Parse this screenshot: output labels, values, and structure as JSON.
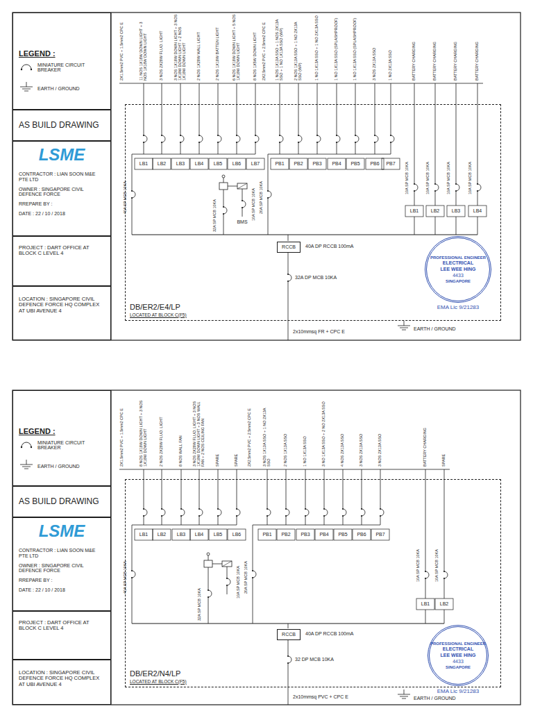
{
  "diagram": {
    "nodes": [
      {
        "text": [
          "LEGEND :"
        ]
      },
      {
        "text": [
          "AS BUILD DRAWING"
        ]
      },
      {
        "text": [
          "LSME",
          "CONTRACTOR : LIAN SOON M&E PTE LTD",
          "OWNER : SINGAPORE CIVIL DEFENCE FORCE",
          "RREPARE BY :",
          "DATE : 22 / 10 / 2018"
        ]
      },
      {
        "text": [
          "PROJECT : DART OFFICE AT BLOCK C LEVEL 4"
        ]
      },
      {
        "text": [
          "LOCATION : SINGAPORE CIVIL DEFENCE FORCE HQ COMPLEX AT UBI AVENUE 4"
        ]
      },
      {
        "text": [
          "DB/ER2/E4/LP",
          "LOCATED AT BLOCK C(F5)"
        ]
      },
      {
        "text": [
          "RCCB"
        ],
        "in": 5
      },
      {
        "text": [
          "PROFESSIONAL ENGINEER",
          "ELECTRICAL",
          "LEE WEE HING",
          "4433",
          "SINGAPORE"
        ]
      },
      {
        "text": [
          "LEGEND :"
        ]
      },
      {
        "text": [
          "AS BUILD DRAWING"
        ]
      },
      {
        "text": [
          "LSME",
          "CONTRACTOR : LIAN SOON M&E PTE LTD",
          "OWNER : SINGAPORE CIVIL DEFENCE FORCE",
          "RREPARE BY :",
          "DATE : 22 / 10 / 2018"
        ]
      },
      {
        "text": [
          "PROJECT : DART OFFICE AT BLOCK C LEVEL 4"
        ]
      },
      {
        "text": [
          "LOCATION : SINGAPORE CIVIL DEFENCE FORCE HQ COMPLEX AT UBI AVENUE 4"
        ]
      },
      {
        "text": [
          "DB/ER2/N4/LP",
          "LOCATED AT BLOCK C(F5)"
        ]
      },
      {
        "text": [
          "RCCB"
        ],
        "in": 13
      },
      {
        "text": [
          "PROFESSIONAL ENGINEER",
          "ELECTRICAL",
          "LEE WEE HING",
          "4433",
          "SINGAPORE"
        ]
      }
    ],
    "labels": [
      "2X1.5mm2 PVC + 1.5mm2 CPC E",
      "40A SP MCB 10KA",
      "11 NOS 1X18W DOWN LIGHT + 3 NOS 1X18W DOWN LIGHT",
      "3 NOS 2X28W FLUO. LIGHT",
      "3 NOS 1X18W DOWN LIGHT + 3 NOS 1X18W DOWN LIGHT + 2 NOS 1X18W DOWN LIGHT",
      "2 NOS 1X28W WALL LIGHT",
      "2 NOS 1X18W BATTEN LIGHT",
      "6 NOS 1X18W DOWN LIGHT + 5 NOS 1X18W DOWN LIGHT",
      "8 NOS 1X5W DOWN LIGHT",
      "2X2.5mm2 PVC + 2.5mm2 CPC E",
      "20A SP MCB 10KA",
      "1 NOS 1X13A SSO + 1 NOS 2X13A SSO + 1 NO 1X13A SSO (WP)",
      "2 NOS 1X13A SSO + 1 NO 2X13A SSO (WP)",
      "1 NO 1X13A SSO + 1 NO 2X13A SSO",
      "1 NO 1X13A SSO (SPLASHPROOF)",
      "1 NO 1X13A SSO (SPLASHPROOF)",
      "3 NOS 2X13A SSO",
      "1 NO 2X13A SSO",
      "BATTERY CHARGING",
      "BATTERY CHARGING",
      "BATTERY CHARGING",
      "BATTERY CHARGING",
      "LB1",
      "LB2",
      "LB3",
      "LB4",
      "LB5",
      "LB6",
      "LB7",
      "PB1",
      "PB2",
      "PB3",
      "PB4",
      "PB5",
      "PB6",
      "PB7",
      "10A SP MCB 10KA",
      "10A SP MCB 10KA",
      "10A SP MCB 10KA",
      "10A SP MCB 10KA",
      "LB1",
      "LB2",
      "LB3",
      "LB4",
      "32A SP MCB 10KA",
      "10A SP MCB 10KA",
      "BMS",
      "40A DP RCCB 100mA",
      "32A DP MCB 10KA",
      "2x10mmsq FR + CPC E",
      "EARTH / GROUND",
      "EMA Lic 9/21283",
      "2X1.5mm2 PVC + 1.5mm2 CPC E",
      "40A SP MCB 10KA",
      "8 NOS 1X18W DOWN LIGHT + 3 NOS 1X18W DOWN LIGHT",
      "2 NOS 2X28W FLUO. LIGHT",
      "8 NOS WALL FAN",
      "3 NOS 2X28W FLUO. LIGHT + 3 NOS 1X18W DOWN LIGHT + 3 NOS WALL FAN + 2 NOS CEILING FAN",
      "SPARE",
      "SPARE",
      "2X2.5mm2 PVC + 2.5mm2 CPC E",
      "20A SP MCB 10KA",
      "3 NOS 1X13A SSO + 1 NO 2X13A SSO",
      "2 NOS 1X13A SSO",
      "1 NO 1X13A SSO",
      "3 NO 1X13A SSO + 2 NO 2X13A SSO",
      "4 NOS 2X13A SSO",
      "3 NOS 2X13A SSO",
      "3 NOS 2X13A SSO",
      "BATTERY CHARGING",
      "SPARE",
      "LB1",
      "LB2",
      "LB3",
      "LB4",
      "LB5",
      "LB6",
      "PB1",
      "PB2",
      "PB3",
      "PB4",
      "PB5",
      "PB6",
      "PB7",
      "10A SP MCB 10KA",
      "10A SP MCB 10KA",
      "LB1",
      "LB2",
      "32A SP MCB 10KA",
      "10A SP MCB 10KA",
      "40A DP RCCB 100mA",
      "32 DP MCB 10KA",
      "2x10mmsq PVC + CPC E",
      "EARTH / GROUND",
      "EMA Lic 9/21283"
    ],
    "legend": [
      {
        "text": "MINIATURE CIRCUIT BREAKER"
      },
      {
        "text": "EARTH / GROUND"
      },
      {
        "text": "MINIATURE CIRCUIT BREAKER"
      },
      {
        "text": "EARTH / GROUND"
      }
    ]
  }
}
